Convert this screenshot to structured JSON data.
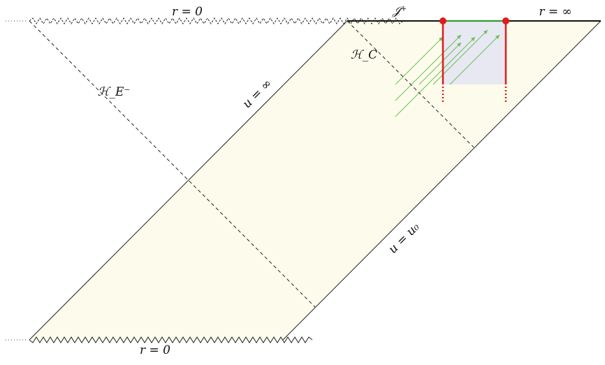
{
  "labels": {
    "r_zero_top": "r = 0",
    "scri_plus": "𝒥⁺",
    "r_infinity": "r = ∞",
    "horizon_c": "ℋ_C",
    "horizon_e": "ℋ_E⁻",
    "u_infinity": "u = ∞",
    "u_u0": "u = u₀",
    "r_zero_bottom": "r = 0"
  },
  "colors": {
    "region_fill": "#fdfcec",
    "shaded_box": "#e8e8f3",
    "rays": "#6abf5a",
    "scri_segment": "#2e9e2e",
    "markers": "#e11a1a",
    "lines": "#222222"
  }
}
